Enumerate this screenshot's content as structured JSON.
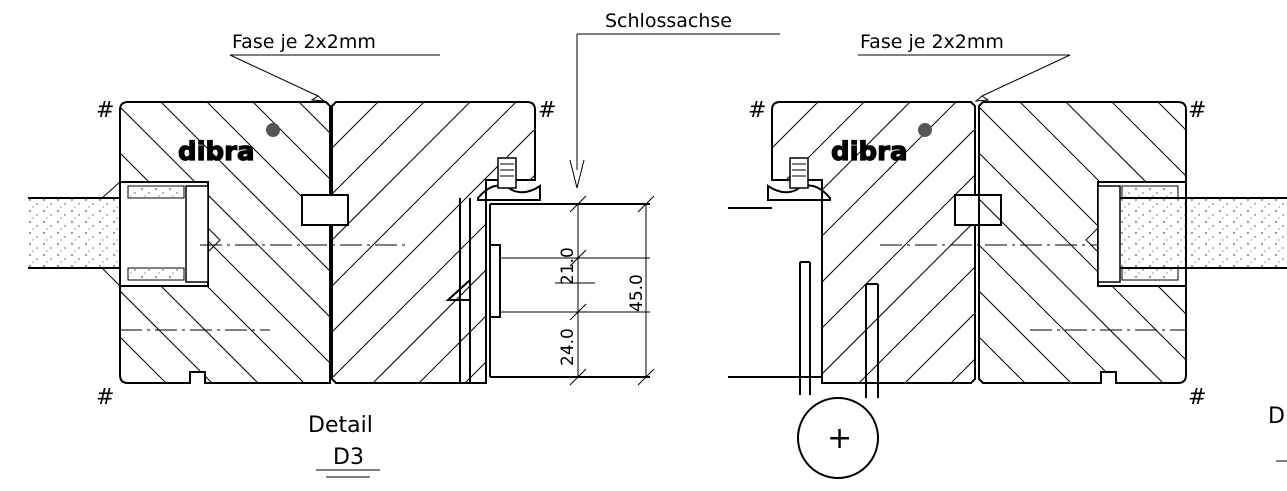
{
  "left_section": {
    "chamfer_note": "Fase je 2x2mm",
    "lock_axis_note": "Schlossachse",
    "logo": "dibra",
    "hash_marks": [
      "#",
      "#",
      "#"
    ],
    "detail_label": "Detail",
    "detail_id": "D3",
    "dimensions": {
      "top": "21.0",
      "bottom": "24.0",
      "total": "45.0"
    }
  },
  "right_section": {
    "chamfer_note": "Fase je 2x2mm",
    "logo": "dibra",
    "hash_marks": [
      "#",
      "#",
      "#"
    ],
    "detail_label_partial": "D",
    "hinge_symbol": "+"
  }
}
